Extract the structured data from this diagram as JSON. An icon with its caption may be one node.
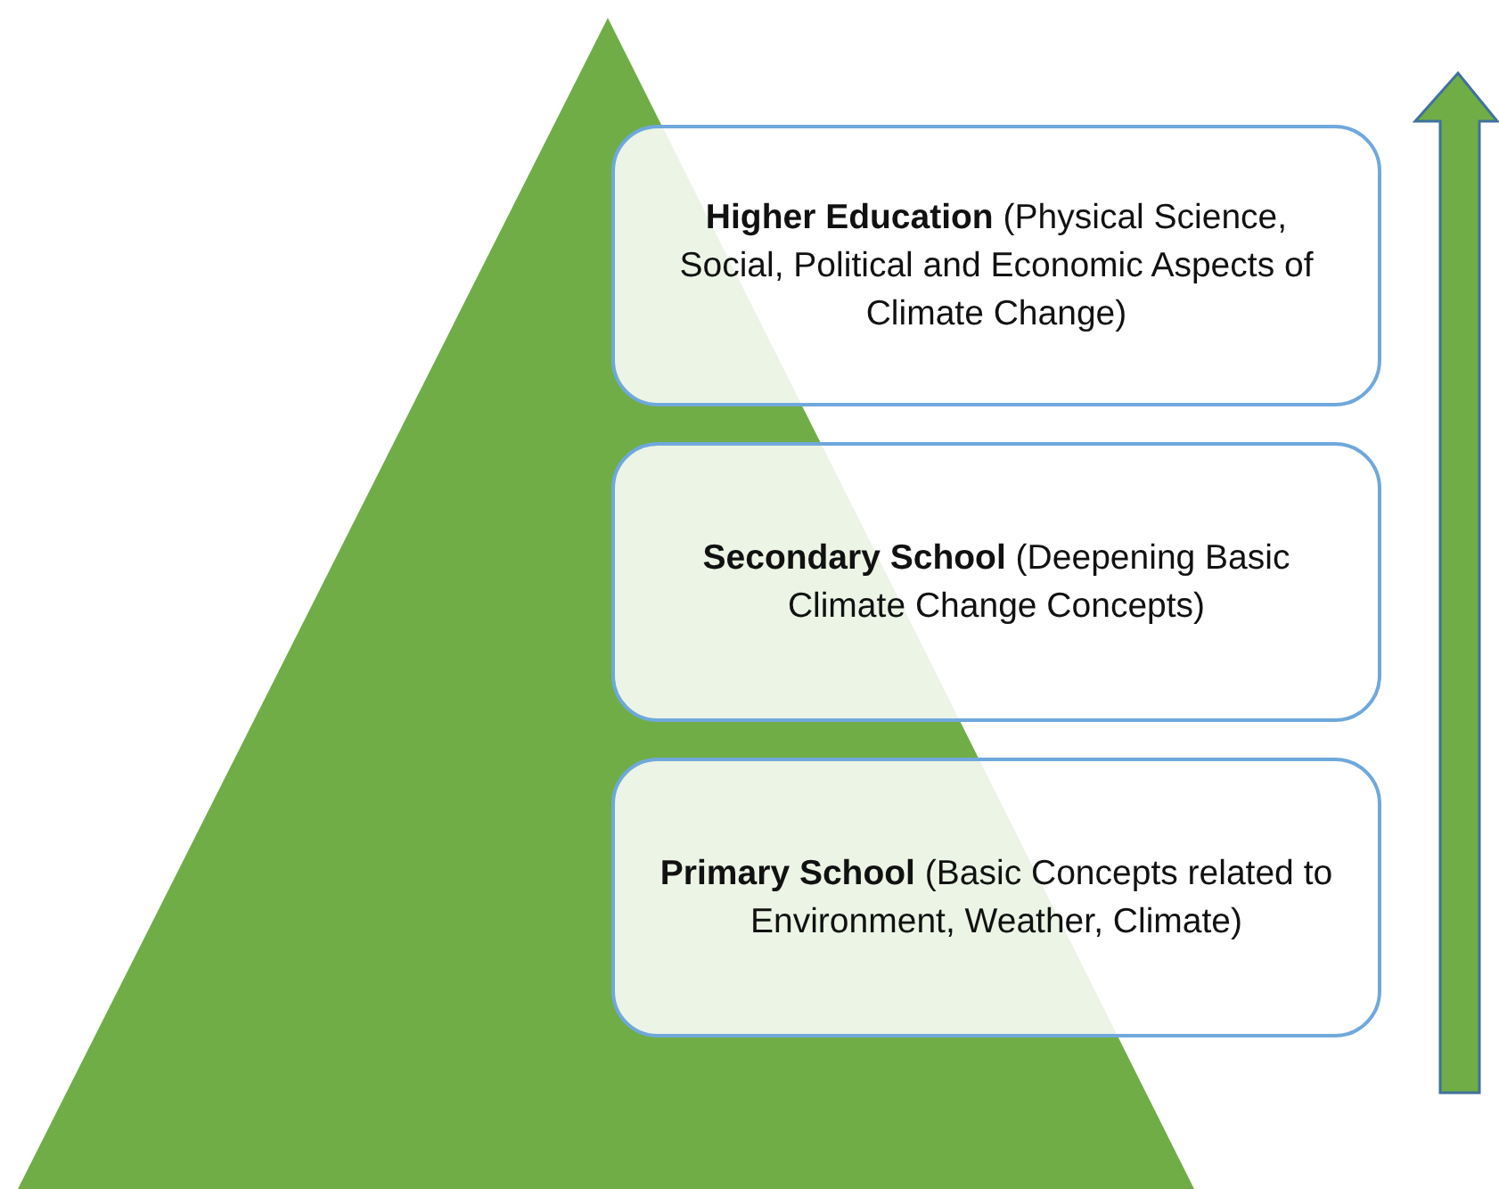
{
  "diagram": {
    "nodes": [
      {
        "text": [
          "**Higher Education** (Physical Science, Social, Political and Economic Aspects of Climate Change)"
        ]
      },
      {
        "text": [
          "**Secondary School** (Deepening Basic Climate Change Concepts)"
        ]
      },
      {
        "text": [
          "**Primary School** (Basic Concepts related to Environment, Weather, Climate)"
        ]
      }
    ],
    "edges": []
  }
}
